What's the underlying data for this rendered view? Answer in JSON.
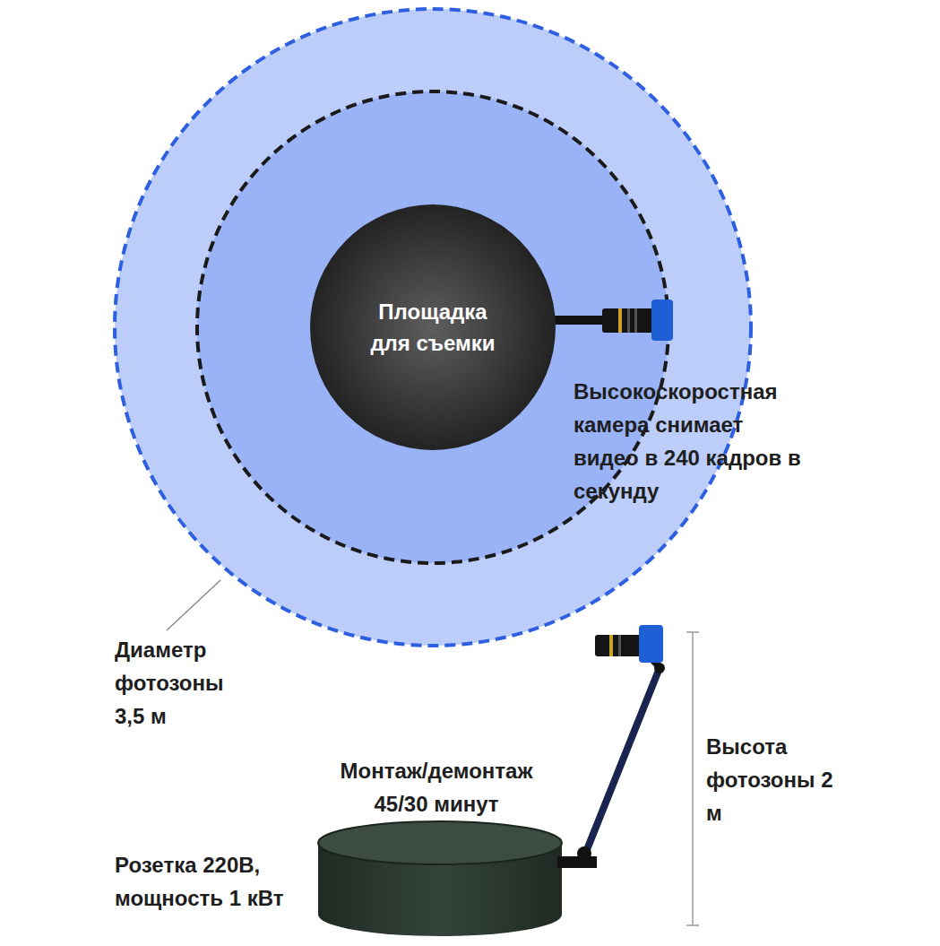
{
  "diagram": {
    "nodes": [
      {
        "text": [
          "Площадка для съемки"
        ]
      }
    ],
    "labels": [
      "Высокоскоростная камера снимает видео в 240 кадров в секунду",
      "Диаметр фотозоны 3,5 м",
      "Монтаж/демонтаж 45/30 минут",
      "Высота фотозоны 2 м",
      "Розетка 220В, мощность 1 кВт"
    ]
  }
}
